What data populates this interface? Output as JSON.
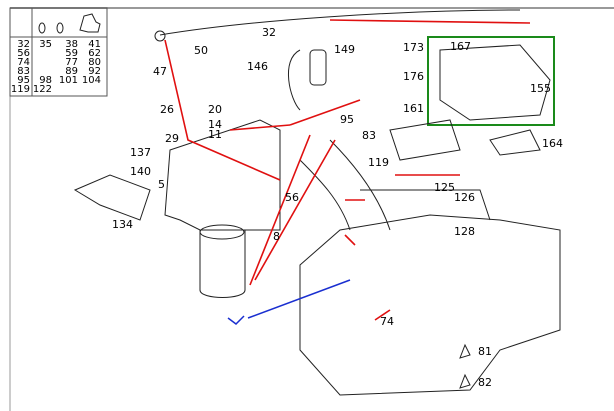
{
  "diagram": {
    "colors": {
      "arrow": "#e01010",
      "pointer": "#1a2fd0",
      "highlight": "#1a8a1a"
    },
    "table": {
      "header_icons": [
        "o-ring-icon",
        "o-ring-icon",
        "hose-clamp-icon"
      ],
      "rows": [
        [
          "32",
          "35",
          "38",
          "41"
        ],
        [
          "56",
          "",
          "59",
          "62"
        ],
        [
          "74",
          "",
          "77",
          "80"
        ],
        [
          "83",
          "",
          "89",
          "92"
        ],
        [
          "95",
          "98",
          "101",
          "104"
        ],
        [
          "119",
          "122",
          "",
          ""
        ]
      ]
    },
    "labels": [
      "32",
      "50",
      "149",
      "47",
      "146",
      "173",
      "167",
      "176",
      "155",
      "26",
      "20",
      "14",
      "11",
      "161",
      "95",
      "83",
      "29",
      "137",
      "140",
      "5",
      "119",
      "56",
      "125",
      "126",
      "164",
      "128",
      "134",
      "8",
      "74",
      "81",
      "82"
    ],
    "highlighted_part": "155"
  }
}
